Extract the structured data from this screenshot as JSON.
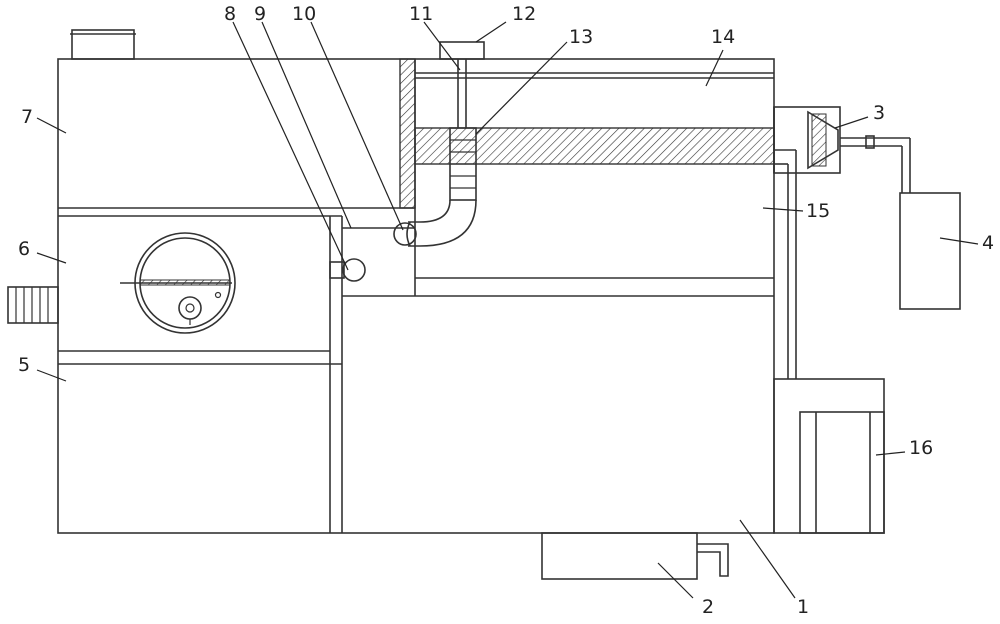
{
  "labels": {
    "l1": "1",
    "l2": "2",
    "l3": "3",
    "l4": "4",
    "l5": "5",
    "l6": "6",
    "l7": "7",
    "l8": "8",
    "l9": "9",
    "l10": "10",
    "l11": "11",
    "l12": "12",
    "l13": "13",
    "l14": "14",
    "l15": "15",
    "l16": "16"
  },
  "colors": {
    "line": "#333333",
    "background": "#ffffff"
  }
}
